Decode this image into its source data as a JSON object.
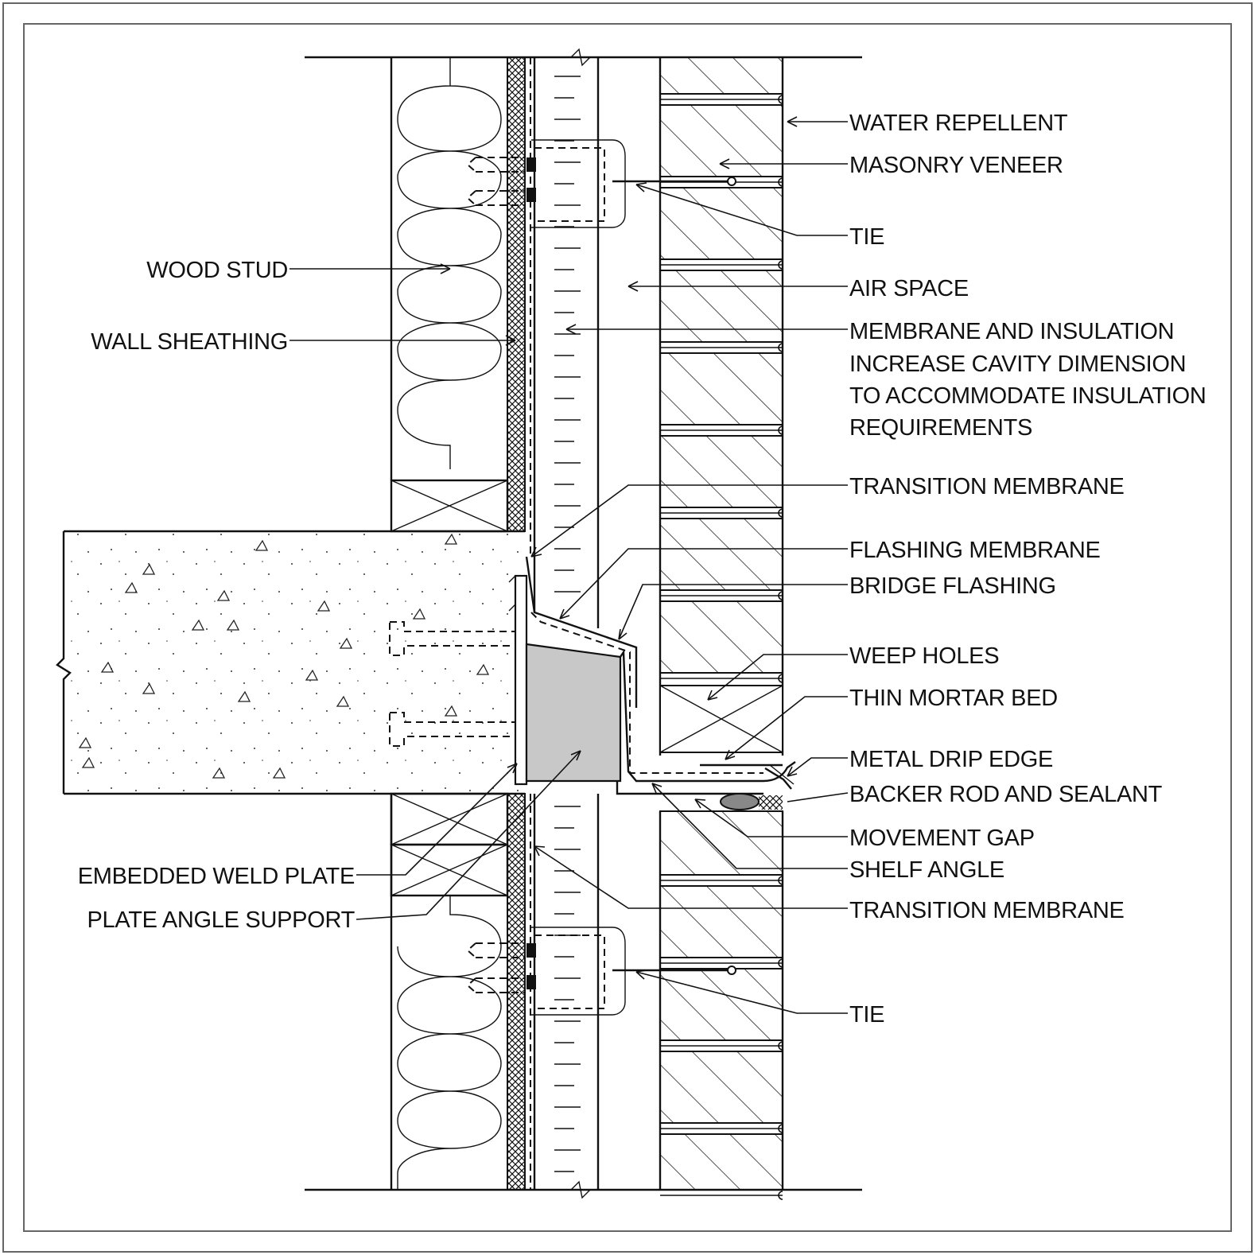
{
  "labels": {
    "water_repellent": "WATER REPELLENT",
    "masonry_veneer": "MASONRY VENEER",
    "tie_upper": "TIE",
    "air_space": "AIR SPACE",
    "membrane_insulation_line1": "MEMBRANE AND INSULATION",
    "membrane_insulation_line2": "INCREASE CAVITY DIMENSION",
    "membrane_insulation_line3": "TO ACCOMMODATE INSULATION",
    "membrane_insulation_line4": "REQUIREMENTS",
    "transition_membrane_upper": "TRANSITION MEMBRANE",
    "flashing_membrane": "FLASHING MEMBRANE",
    "bridge_flashing": "BRIDGE FLASHING",
    "weep_holes": "WEEP HOLES",
    "thin_mortar_bed": "THIN MORTAR BED",
    "metal_drip_edge": "METAL DRIP EDGE",
    "backer_rod_and_sealant": "BACKER ROD AND SEALANT",
    "movement_gap": "MOVEMENT GAP",
    "shelf_angle": "SHELF ANGLE",
    "transition_membrane_lower": "TRANSITION MEMBRANE",
    "tie_lower": "TIE",
    "wood_stud": "WOOD STUD",
    "wall_sheathing": "WALL SHEATHING",
    "embedded_weld_plate": "EMBEDDED WELD PLATE",
    "plate_angle_support": "PLATE ANGLE SUPPORT"
  }
}
